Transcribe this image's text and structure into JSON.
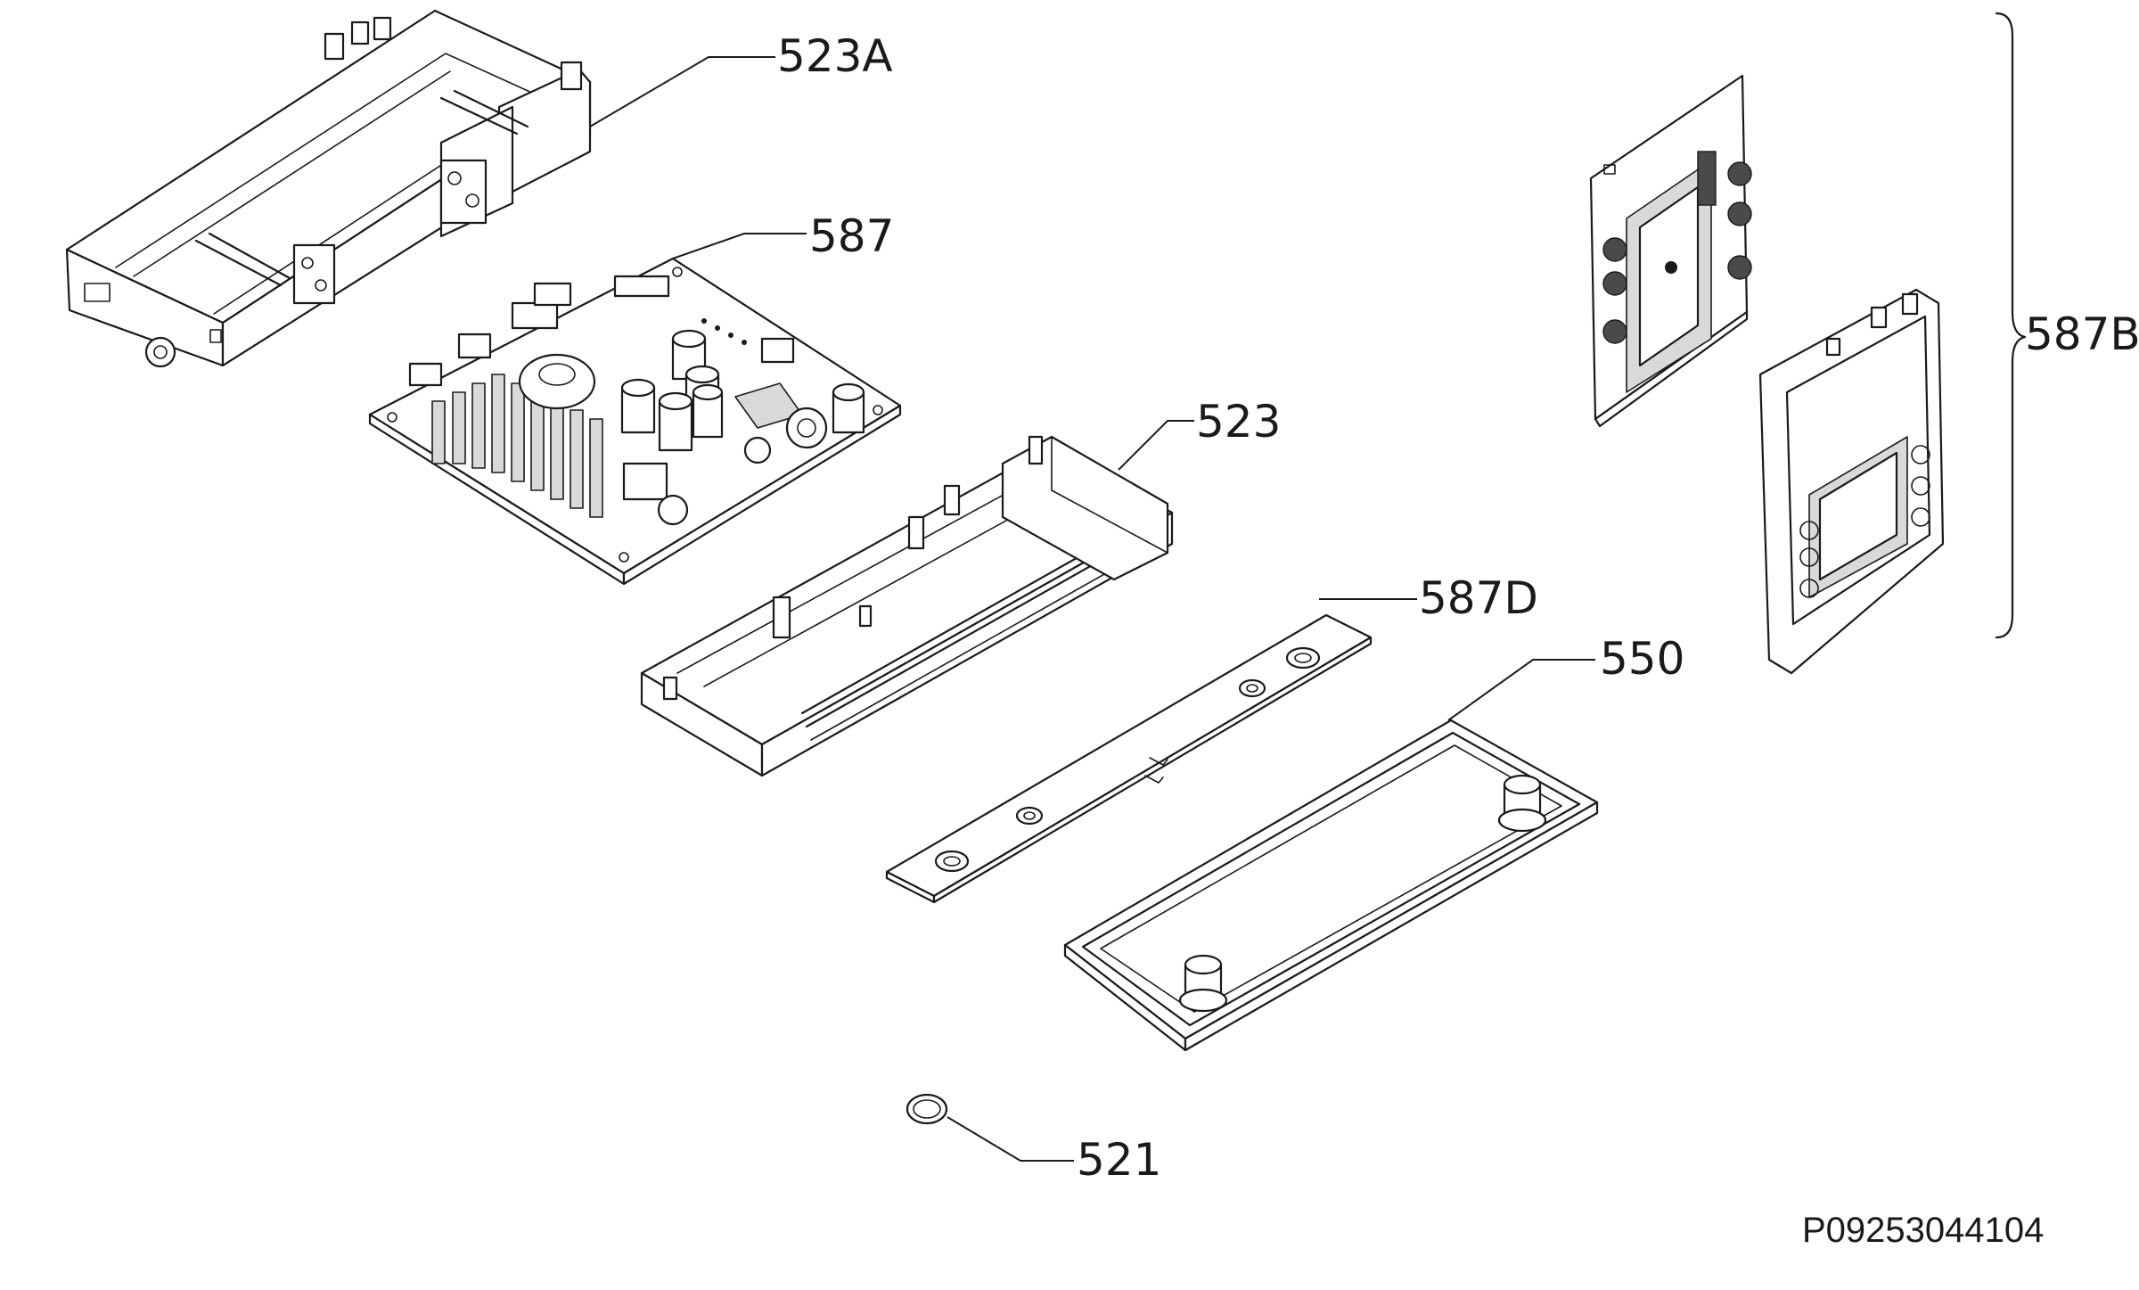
{
  "parts": [
    {
      "id": "part-523A",
      "label": "523A"
    },
    {
      "id": "part-587",
      "label": "587"
    },
    {
      "id": "part-523",
      "label": "523"
    },
    {
      "id": "part-587B",
      "label": "587B"
    },
    {
      "id": "part-587D",
      "label": "587D"
    },
    {
      "id": "part-550",
      "label": "550"
    },
    {
      "id": "part-521",
      "label": "521"
    }
  ],
  "document_id": "P09253044104",
  "colors": {
    "line": "#1a1a1a",
    "background": "#ffffff",
    "shade": "#d9d9d9"
  }
}
